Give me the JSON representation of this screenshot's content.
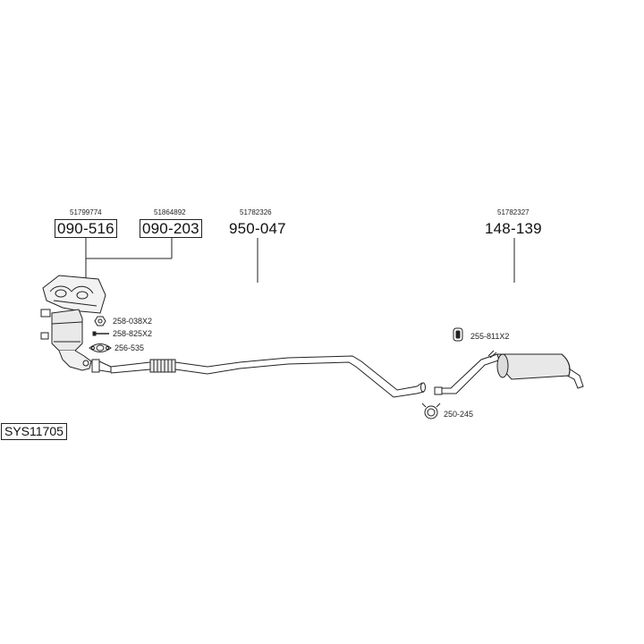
{
  "diagram": {
    "system_id": "SYS11705",
    "parts": [
      {
        "oem": "51799774",
        "number": "090-516",
        "boxed": true
      },
      {
        "oem": "51864892",
        "number": "090-203",
        "boxed": true
      },
      {
        "oem": "51782326",
        "number": "950-047",
        "boxed": false
      },
      {
        "oem": "51782327",
        "number": "148-139",
        "boxed": false
      }
    ],
    "fittings": [
      {
        "code": "258-038X2",
        "icon": "clamp-nut-icon"
      },
      {
        "code": "258-825X2",
        "icon": "bolt-icon"
      },
      {
        "code": "256-535",
        "icon": "gasket-icon"
      },
      {
        "code": "255-811X2",
        "icon": "rubber-hanger-icon"
      },
      {
        "code": "250-245",
        "icon": "clamp-ring-icon"
      }
    ]
  }
}
